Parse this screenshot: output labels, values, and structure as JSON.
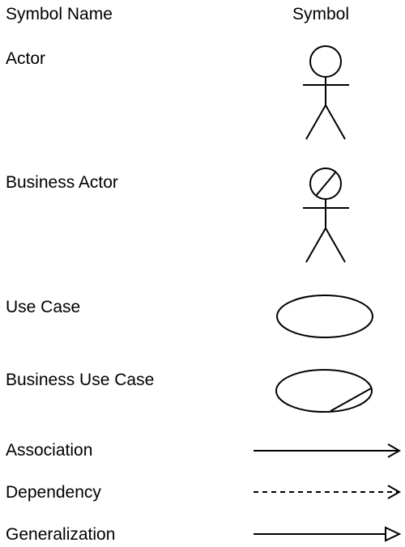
{
  "header": {
    "name_label": "Symbol Name",
    "symbol_label": "Symbol"
  },
  "rows": [
    {
      "label": "Actor",
      "icon": "actor-icon"
    },
    {
      "label": "Business Actor",
      "icon": "business-actor-icon"
    },
    {
      "label": "Use Case",
      "icon": "use-case-icon"
    },
    {
      "label": "Business Use Case",
      "icon": "business-use-case-icon"
    },
    {
      "label": "Association",
      "icon": "association-arrow-icon"
    },
    {
      "label": "Dependency",
      "icon": "dependency-arrow-icon"
    },
    {
      "label": "Generalization",
      "icon": "generalization-arrow-icon"
    }
  ],
  "colors": {
    "stroke": "#000000",
    "background": "#ffffff"
  }
}
